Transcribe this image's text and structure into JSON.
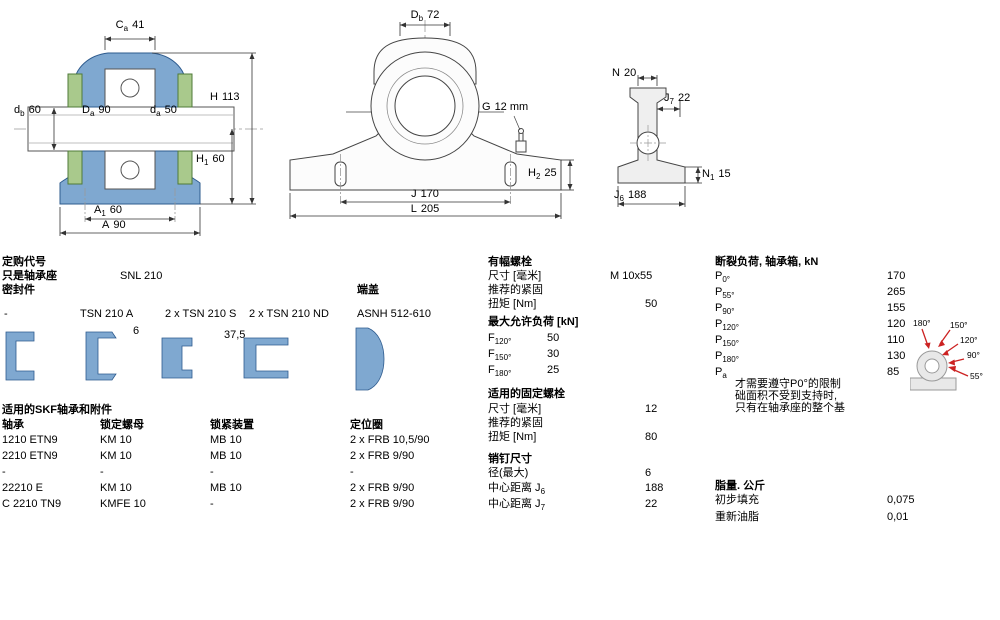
{
  "drawings": {
    "section": {
      "dim_ca": {
        "sym": "C",
        "sub": "a",
        "val": "41"
      },
      "dim_db": {
        "sym": "d",
        "sub": "b",
        "val": "60"
      },
      "dim_Da": {
        "sym": "D",
        "sub": "a",
        "val": "90"
      },
      "dim_da": {
        "sym": "d",
        "sub": "a",
        "val": "50"
      },
      "dim_H": {
        "sym": "H",
        "sub": "",
        "val": "113"
      },
      "dim_H1": {
        "sym": "H",
        "sub": "1",
        "val": "60"
      },
      "dim_A1": {
        "sym": "A",
        "sub": "1",
        "val": "60"
      },
      "dim_A": {
        "sym": "A",
        "sub": "",
        "val": "90"
      }
    },
    "front": {
      "dim_Db": {
        "sym": "D",
        "sub": "b",
        "val": "72"
      },
      "dim_G": {
        "sym": "G",
        "sub": "",
        "val": "12 mm"
      },
      "dim_H2": {
        "sym": "H",
        "sub": "2",
        "val": "25"
      },
      "dim_J": {
        "sym": "J",
        "sub": "",
        "val": "170"
      },
      "dim_L": {
        "sym": "L",
        "sub": "",
        "val": "205"
      }
    },
    "side": {
      "dim_N": {
        "sym": "N",
        "sub": "",
        "val": "20"
      },
      "dim_J7": {
        "sym": "J",
        "sub": "7",
        "val": "22"
      },
      "dim_N1": {
        "sym": "N",
        "sub": "1",
        "val": "15"
      },
      "dim_J6": {
        "sym": "J",
        "sub": "6",
        "val": "188"
      }
    }
  },
  "ordering": {
    "title": "定购代号",
    "housing_label": "只是轴承座",
    "housing_value": "SNL 210",
    "seals_label": "密封件",
    "endcover_label": "端盖",
    "seal_options": [
      "-",
      "TSN 210 A",
      "2 x TSN 210 S",
      "2 x TSN 210 ND"
    ],
    "endcover_value": "ASNH 512-610",
    "seal_dim1": "6",
    "seal_dim2": "37,5"
  },
  "bearings": {
    "title": "适用的SKF轴承和附件",
    "headers": [
      "轴承",
      "锁定螺母",
      "锁紧装置",
      "定位圈"
    ],
    "rows": [
      [
        "1210 ETN9",
        "KM 10",
        "MB 10",
        "2 x FRB 10,5/90"
      ],
      [
        "2210 ETN9",
        "KM 10",
        "MB 10",
        "2 x FRB 9/90"
      ],
      [
        "-",
        "-",
        "-",
        "-"
      ],
      [
        "22210 E",
        "KM 10",
        "MB 10",
        "2 x FRB 9/90"
      ],
      [
        "C 2210 TN9",
        "KMFE 10",
        "-",
        "2 x FRB 9/90"
      ]
    ]
  },
  "bolts": {
    "title": "有幅螺栓",
    "size_label": "尺寸 [毫米]",
    "size_value": "M 10x55",
    "tighten_label": "推荐的紧固",
    "torque_label": "扭矩 [Nm]",
    "torque_value": "50",
    "load_title": "最大允许负荷 [kN]",
    "loads": [
      {
        "sym": "F",
        "sub": "120°",
        "val": "50"
      },
      {
        "sym": "F",
        "sub": "150°",
        "val": "30"
      },
      {
        "sym": "F",
        "sub": "180°",
        "val": "25"
      }
    ]
  },
  "fixbolts": {
    "title": "适用的固定螺栓",
    "size_label": "尺寸 [毫米]",
    "size_value": "12",
    "tighten_label": "推荐的紧固",
    "torque_label": "扭矩 [Nm]",
    "torque_value": "80"
  },
  "pins": {
    "title": "销钉尺寸",
    "dia_label": "径(最大)",
    "dia_value": "6",
    "cc1_label": "中心距离 J",
    "cc1_sub": "6",
    "cc1_value": "188",
    "cc2_label": "中心距离 J",
    "cc2_sub": "7",
    "cc2_value": "22"
  },
  "breaking": {
    "title": "断裂负荷, 轴承箱, kN",
    "rows": [
      {
        "sym": "P",
        "sub": "0°",
        "val": "170"
      },
      {
        "sym": "P",
        "sub": "55°",
        "val": "265"
      },
      {
        "sym": "P",
        "sub": "90°",
        "val": "155"
      },
      {
        "sym": "P",
        "sub": "120°",
        "val": "120"
      },
      {
        "sym": "P",
        "sub": "150°",
        "val": "110"
      },
      {
        "sym": "P",
        "sub": "180°",
        "val": "130"
      },
      {
        "sym": "P",
        "sub": "a",
        "val": "85"
      }
    ],
    "note_lines": [
      "才需要遵守P0°的限制",
      "础面积不受到支持时,",
      "只有在轴承座的整个基"
    ],
    "angles": [
      "180°",
      "150°",
      "120°",
      "90°",
      "55°"
    ]
  },
  "grease": {
    "title": "脂量. 公斤",
    "initial_label": "初步填充",
    "initial_value": "0,075",
    "relub_label": "重新油脂",
    "relub_value": "0,01"
  },
  "colors": {
    "housing_blue": "#7fa8d0",
    "seal_green": "#a9c98c",
    "arrow_red": "#cc2222"
  }
}
